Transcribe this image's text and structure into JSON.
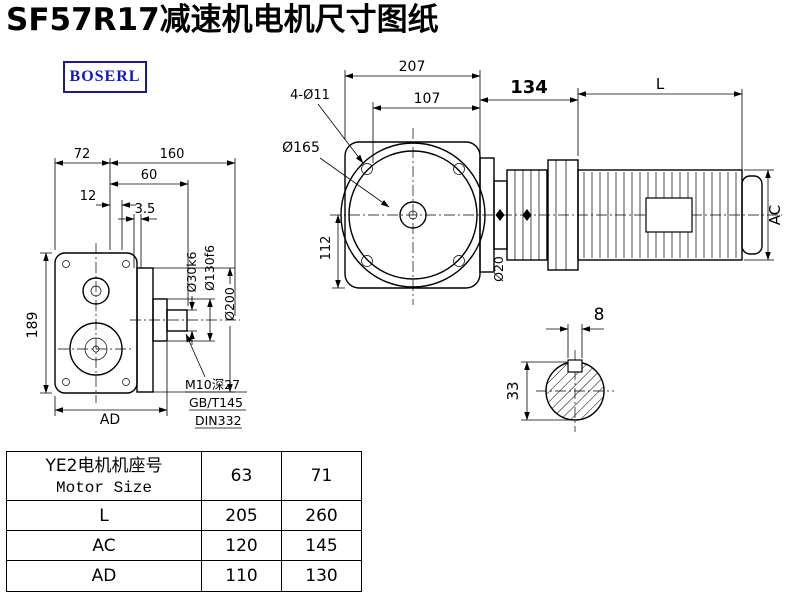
{
  "page": {
    "title": "SF57R17减速机电机尺寸图纸",
    "logo_text": "BOSERL"
  },
  "front_view": {
    "width_72": "72",
    "width_160": "160",
    "width_60": "60",
    "width_12": "12",
    "width_3_5": "3.5",
    "height_189": "189",
    "dim_ad": "AD",
    "shaft_dia": "Ø30k6",
    "spigot_dia": "Ø130f6",
    "flange_dia": "Ø200",
    "tap_note": "M10深27",
    "thread_std": "GB/T145",
    "center_hole_std": "DIN332"
  },
  "side_view": {
    "width_207": "207",
    "bolt_holes": "4-Ø11",
    "width_107": "107",
    "width_134": "134",
    "motor_length": "L",
    "bolt_circle": "Ø165",
    "height_112": "112",
    "motor_ac": "AC",
    "shaft_20": "Ø20"
  },
  "shaft_section": {
    "key_width": "8",
    "key_height": "33"
  },
  "spec_table": {
    "header_cn": "YE2电机机座号",
    "header_en": "Motor Size",
    "size_63": "63",
    "size_71": "71",
    "rows": [
      {
        "label": "L",
        "v63": "205",
        "v71": "260"
      },
      {
        "label": "AC",
        "v63": "120",
        "v71": "145"
      },
      {
        "label": "AD",
        "v63": "110",
        "v71": "130"
      }
    ]
  }
}
